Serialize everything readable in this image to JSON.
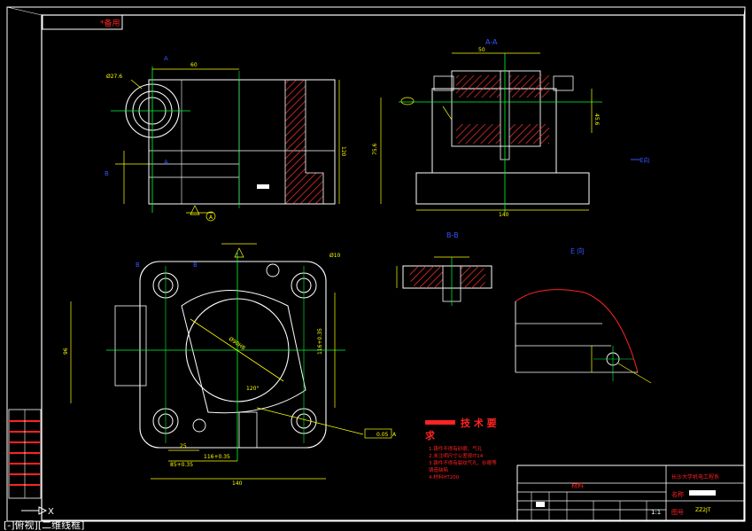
{
  "drawing": {
    "corner_tag": "*备用",
    "section_aa": "A-A",
    "section_bb": "B-B",
    "view_e": "E 向",
    "view_f": "E向",
    "tech_title": "技 术 要",
    "tech_title2": "求",
    "tech_lines": [
      "1.铸件不得有砂眼、气孔",
      "2.未注明尺寸公差按IT14",
      "3.铸件不得有裂纹气孔、砂眼等",
      "  铸造缺陷",
      "4.材料HT200"
    ],
    "title_block": {
      "school": "长沙大学机电工程系",
      "name_label": "名称",
      "drawing_no_label": "图号",
      "drawing_no": "ZZ2JT",
      "scale": "1:1",
      "material_label": "材料"
    },
    "dims": {
      "d_top_left": "Ø27.6",
      "d_top_width": "60",
      "d_height": "120",
      "d_a": "A",
      "d_aa_width": "50",
      "d_aa_width2": "140",
      "d_aa_height": "75.6",
      "d_aa_right": "45.6",
      "d_bottom_width": "140",
      "d_bottom_inner": "116+0.35",
      "d_bottom_inner2": "85+0.35",
      "d_bottom_small": "25",
      "d_bottom_left_height": "96",
      "d_right_height": "116+0.35",
      "d_circle": "Ø10",
      "d_center": "Ø90H8",
      "d_angle": "120°",
      "d_tol": "0.05",
      "d_tol_ref": "A"
    }
  },
  "statusbar": {
    "text": "[-]俯视][二维线框]"
  },
  "colors": {
    "background": "#000000",
    "outline": "#ffffff",
    "centerline": "#00ff33",
    "dimension": "#ffff00",
    "hatch": "#ff3333",
    "label_blue": "#3355ff",
    "red": "#ff2222"
  }
}
